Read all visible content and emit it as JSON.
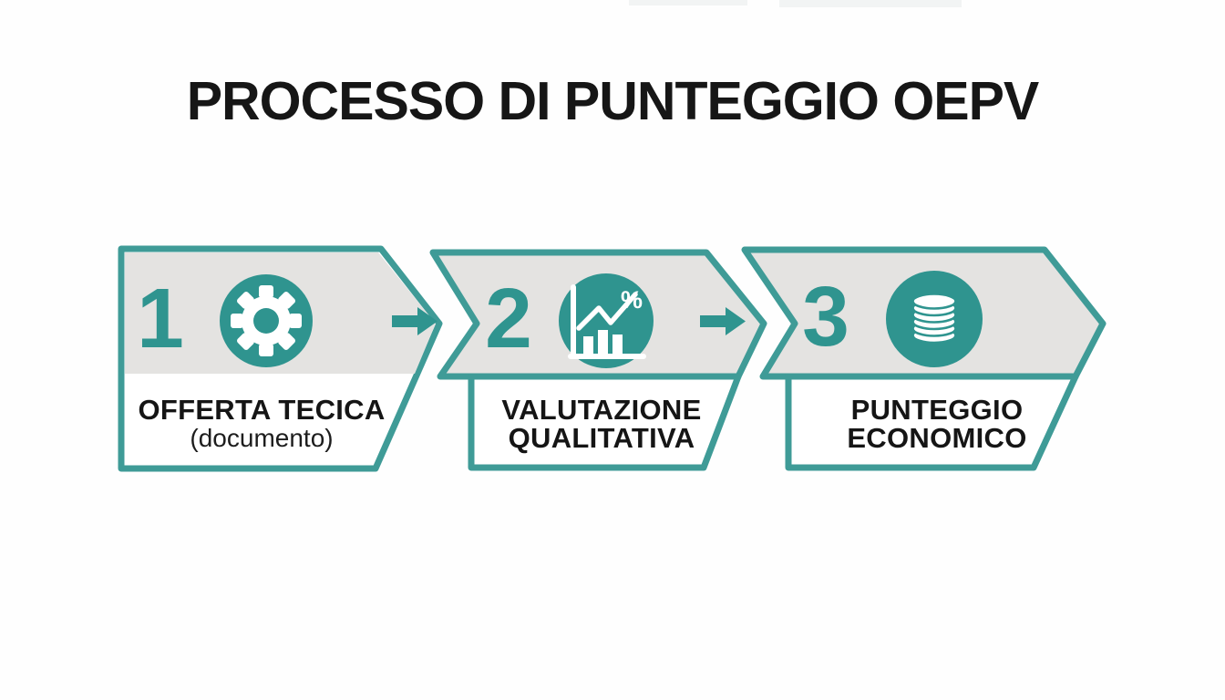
{
  "title": "PROCESSO DI PUNTEGGIO OEPV",
  "steps": [
    {
      "number": "1",
      "icon": "gear-icon",
      "label_lines": [
        "OFFERTA TECICA",
        "(documento)"
      ]
    },
    {
      "number": "2",
      "icon": "bar-chart-percent-icon",
      "icon_badge": "%",
      "label_lines": [
        "VALUTAZIONE",
        "QUALITATIVA"
      ]
    },
    {
      "number": "3",
      "icon": "coin-stack-icon",
      "label_lines": [
        "PUNTEGGIO",
        "ECONOMICO"
      ]
    }
  ],
  "connectors": [
    {
      "type": "arrow-right"
    },
    {
      "type": "arrow-right"
    }
  ],
  "colors": {
    "teal": "#2f948f",
    "teal_border": "#3f9b97",
    "band_gray": "#e4e3e1",
    "text": "#161616",
    "background": "#ffffff"
  }
}
